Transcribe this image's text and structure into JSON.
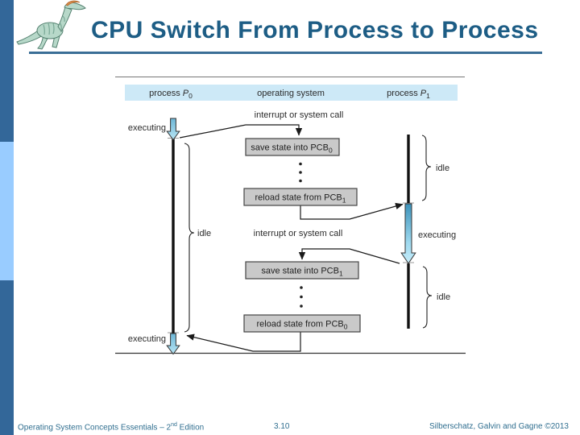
{
  "slide": {
    "title": "CPU Switch From Process to Process",
    "footer": {
      "book": "Operating System Concepts Essentials – 2",
      "edition_sup": "nd",
      "edition_rest": " Edition",
      "page_number": "3.10",
      "credits": "Silberschatz, Galvin and Gagne ©2013"
    },
    "colors": {
      "title_text": "#1d5d85",
      "title_rule": "#3a6e96",
      "stripe_dark": "#336799",
      "stripe_light": "#99ccff",
      "footer_text": "#2f6e8f"
    }
  },
  "diagram": {
    "column_headers": {
      "left_prefix": "process ",
      "left_var": "P",
      "left_sub": "0",
      "center": "operating system",
      "right_prefix": "process ",
      "right_var": "P",
      "right_sub": "1"
    },
    "events": {
      "interrupt_top": "interrupt or system call",
      "interrupt_bottom": "interrupt or system call"
    },
    "os_boxes": [
      {
        "label": "save state into PCB",
        "sub": "0"
      },
      {
        "label": "reload state from PCB",
        "sub": "1"
      },
      {
        "label": "save state into PCB",
        "sub": "1"
      },
      {
        "label": "reload state from PCB",
        "sub": "0"
      }
    ],
    "state_labels": {
      "p0_executing_top": "executing",
      "p0_idle": "idle",
      "p0_executing_bottom": "executing",
      "p1_idle_top": "idle",
      "p1_executing": "executing",
      "p1_idle_bottom": "idle"
    },
    "colors": {
      "header_band": "#cde9f7",
      "box_fill": "#c9c9c9",
      "box_border": "#444444",
      "line": "#1a1a1a",
      "arrow_top": "#3c92ba",
      "arrow_bottom": "#c6ecf9",
      "text": "#2b2b2b"
    }
  }
}
